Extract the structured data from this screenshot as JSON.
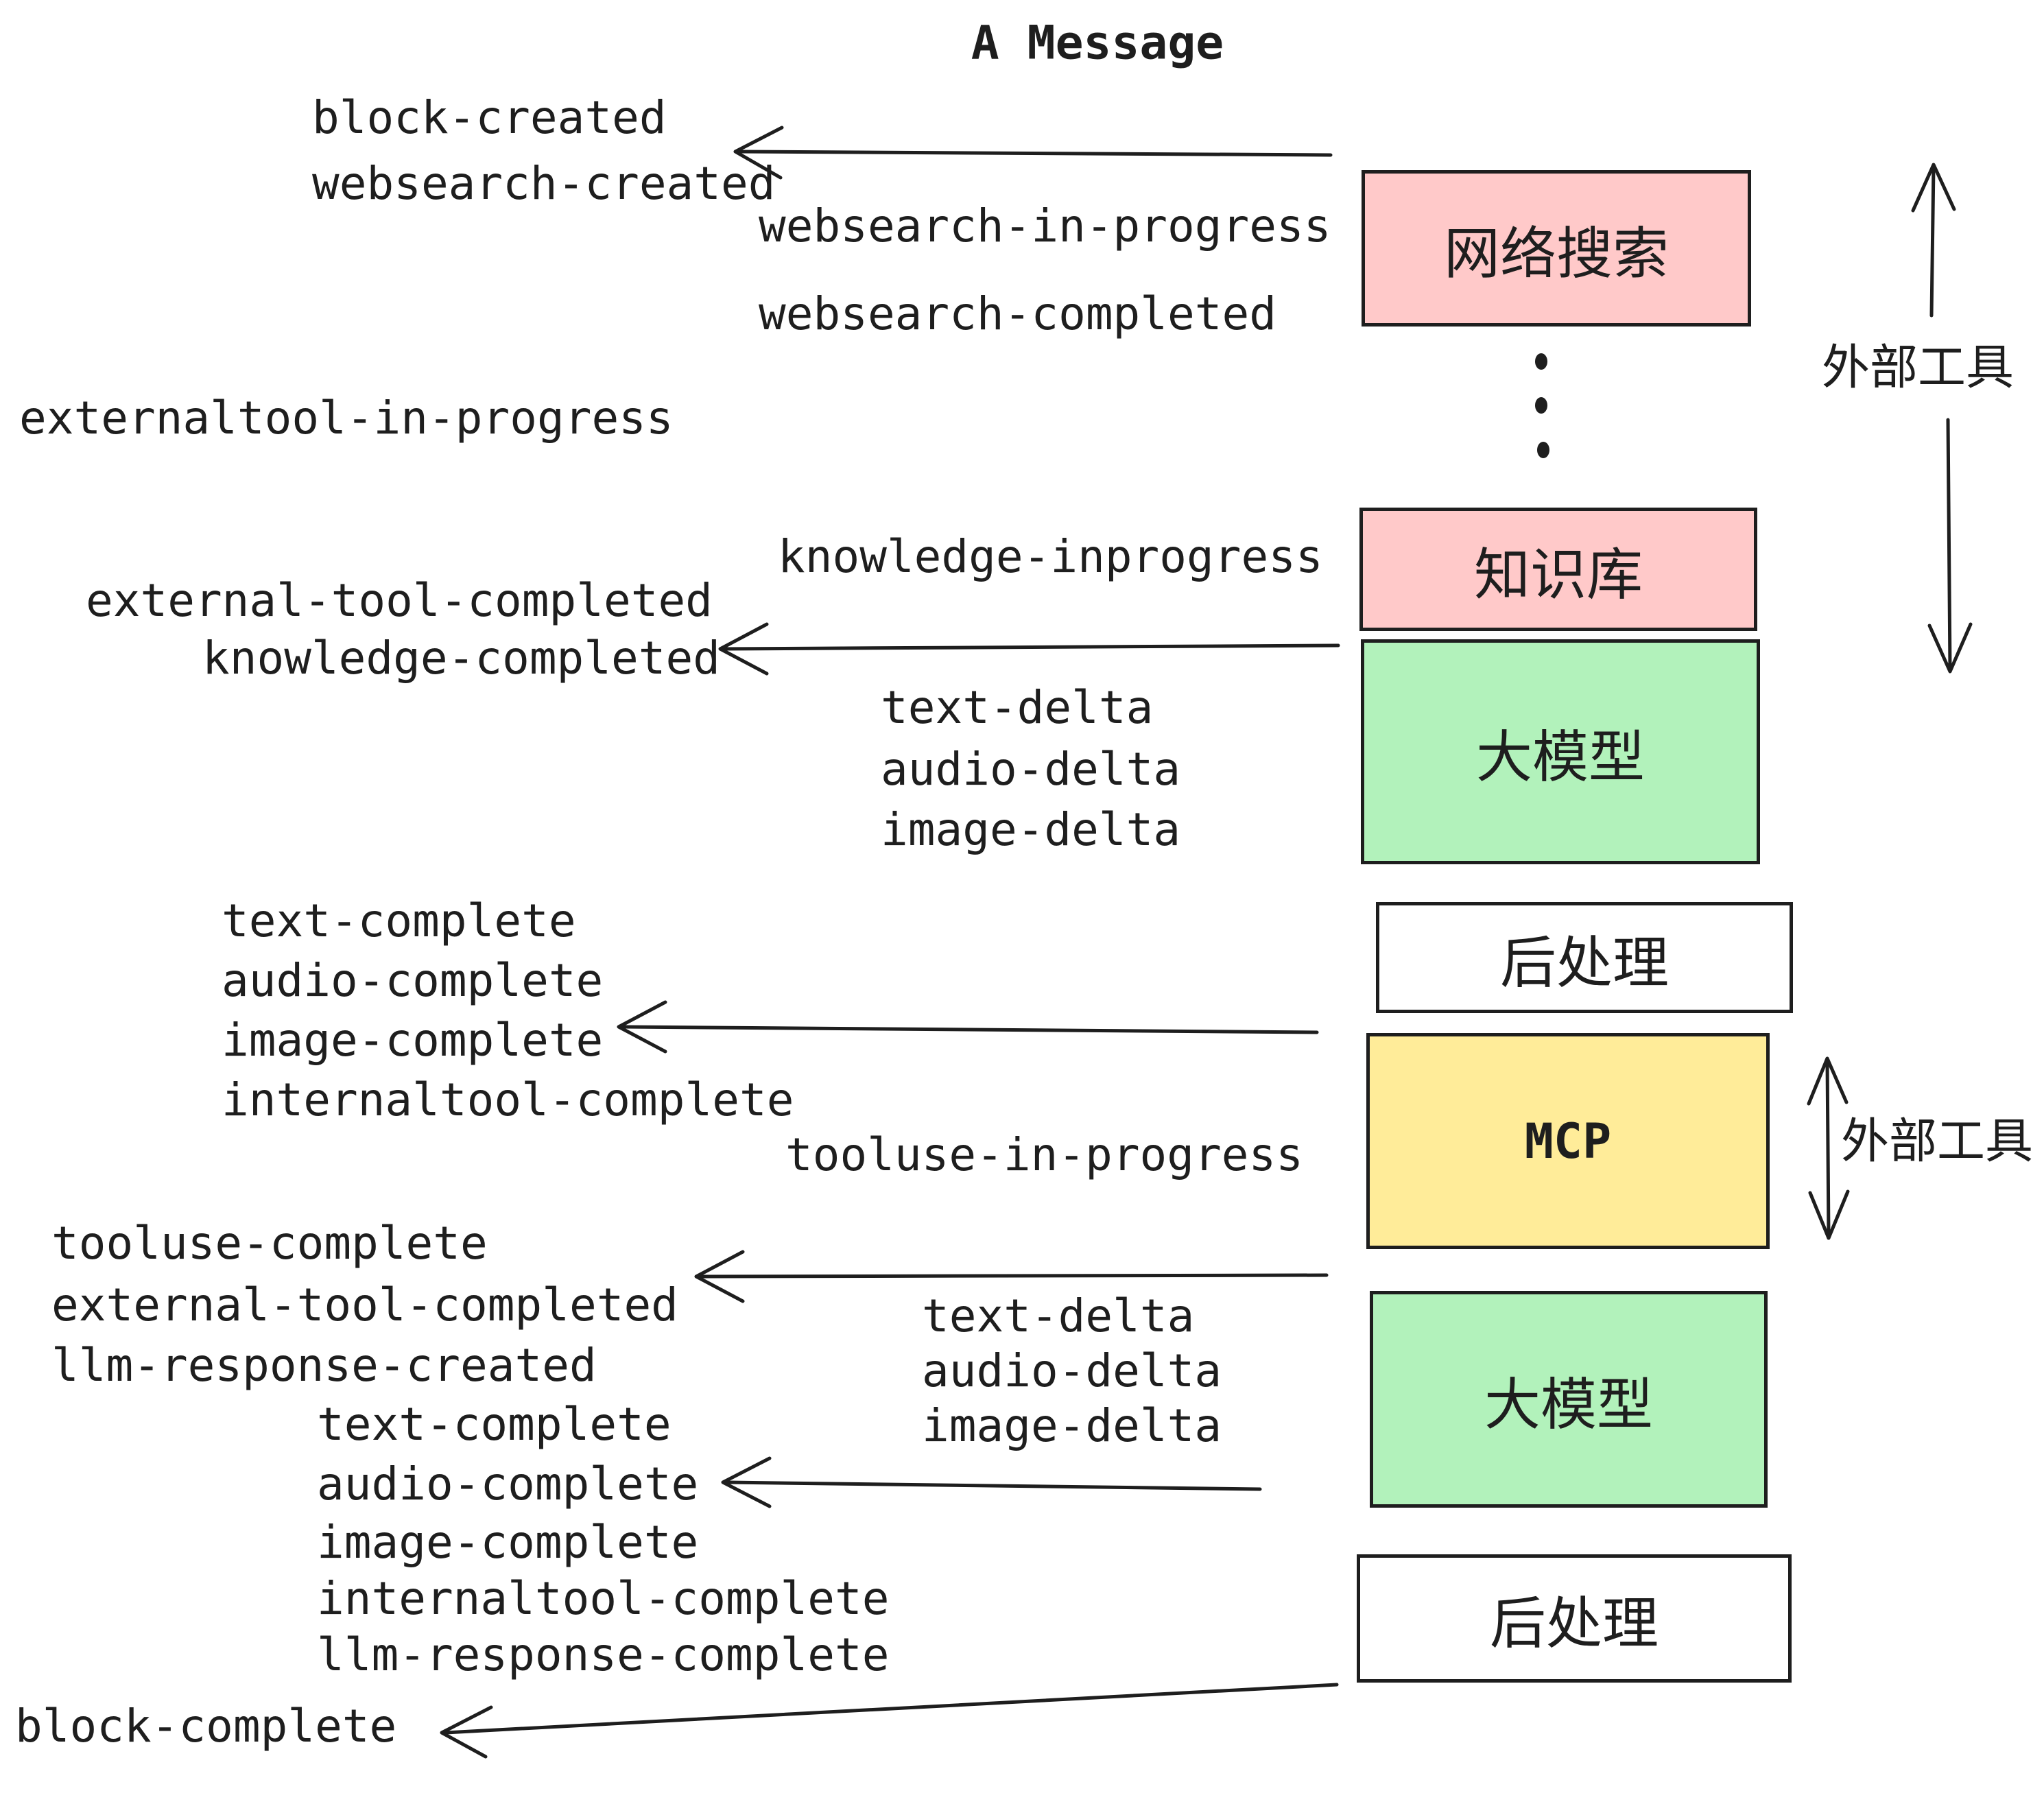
{
  "title": "A Message",
  "events": {
    "block_created": "block-created",
    "websearch_created": "websearch-created",
    "websearch_in_progress": "websearch-in-progress",
    "websearch_completed": "websearch-completed",
    "externaltool_in_progress": "externaltool-in-progress",
    "knowledge_inprogress": "knowledge-inprogress",
    "external_tool_completed": "external-tool-completed",
    "knowledge_completed": "knowledge-completed",
    "text_delta": "text-delta",
    "audio_delta": "audio-delta",
    "image_delta": "image-delta",
    "text_complete": "text-complete",
    "audio_complete": "audio-complete",
    "image_complete": "image-complete",
    "internaltool_complete": "internaltool-complete",
    "tooluse_in_progress": "tooluse-in-progress",
    "tooluse_complete": "tooluse-complete",
    "llm_response_created": "llm-response-created",
    "llm_response_complete": "llm-response-complete",
    "block_complete": "block-complete"
  },
  "boxes": {
    "websearch": {
      "label": "网络搜索",
      "color": "#ffc9c9"
    },
    "knowledge": {
      "label": "知识库",
      "color": "#ffc9c9"
    },
    "llm_top": {
      "label": "大模型",
      "color": "#b2f2bb"
    },
    "postprocess_top": {
      "label": "后处理",
      "color": "#ffffff"
    },
    "mcp": {
      "label": "MCP",
      "color": "#ffec99"
    },
    "llm_bottom": {
      "label": "大模型",
      "color": "#b2f2bb"
    },
    "postprocess_bottom": {
      "label": "后处理",
      "color": "#ffffff"
    }
  },
  "annotations": {
    "external_tools_top": "外部工具",
    "external_tools_mcp": "外部工具"
  },
  "colors": {
    "ink": "#1e1e1e",
    "pink": "#ffc9c9",
    "green": "#b2f2bb",
    "yellow": "#ffec99",
    "white": "#ffffff"
  }
}
